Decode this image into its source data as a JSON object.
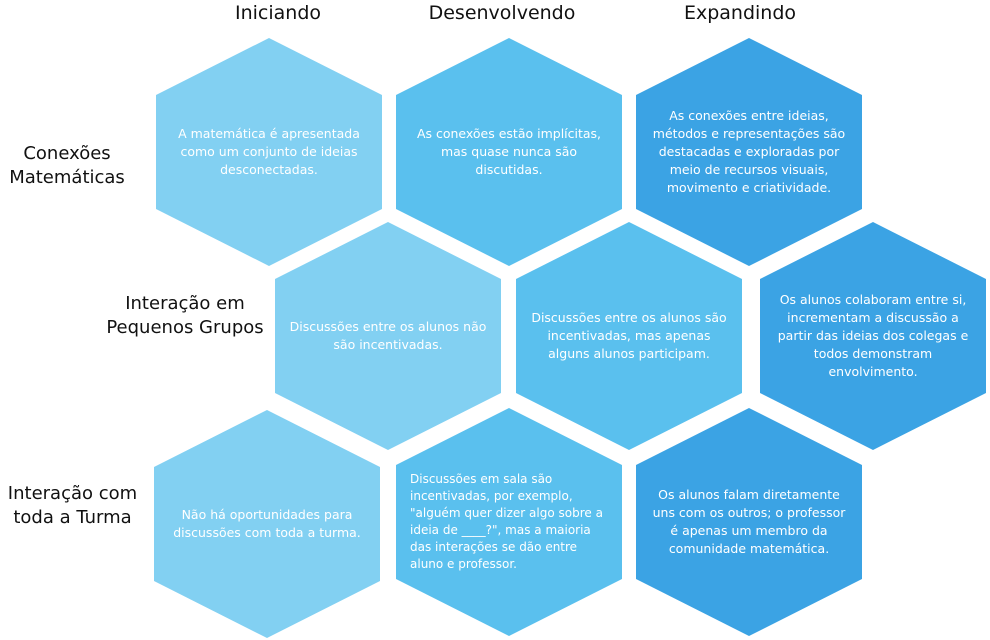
{
  "columns": [
    "Iniciando",
    "Desenvolvendo",
    "Expandindo"
  ],
  "rows": [
    "Conexões Matemáticas",
    "Interação em Pequenos Grupos",
    "Interação com toda a Turma"
  ],
  "cells": {
    "conexoes": [
      "A matemática é apresentada como um conjunto de ideias desconectadas.",
      "As conexões estão implícitas, mas quase nunca são discutidas.",
      "As conexões entre ideias, métodos e representações são destacadas e exploradas por meio de recursos visuais, movimento e criatividade."
    ],
    "pequenos_grupos": [
      "Discussões entre os alunos não são incentivadas.",
      "Discussões entre os alunos são incentivadas, mas apenas alguns alunos participam.",
      "Os alunos colaboram entre si, incrementam a discussão a partir das ideias dos colegas e todos demonstram envolvimento."
    ],
    "toda_turma": [
      "Não há oportunidades para discussões com toda a turma.",
      "Discussões em sala são incentivadas, por exemplo, \"alguém quer dizer algo sobre a ideia de ____?\", mas a maioria das interações se dão entre aluno e professor.",
      "Os alunos falam diretamente uns com os outros; o professor é apenas um membro da comunidade matemática."
    ]
  },
  "colors": {
    "iniciando": "#82d0f2",
    "desenvolvendo": "#5ac0ee",
    "expandindo": "#3ba3e4"
  }
}
